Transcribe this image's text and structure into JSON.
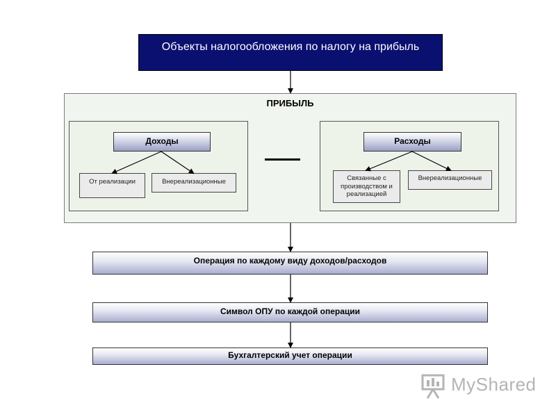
{
  "title": "Объекты налогообложения по налогу на прибыль",
  "profit": {
    "label": "ПРИБЫЛЬ",
    "income": {
      "head": "Доходы",
      "items": [
        "От реализации",
        "Внереализационные"
      ]
    },
    "expenses": {
      "head": "Расходы",
      "items": [
        "Связанные с производством и реализацией",
        "Внереализационные"
      ]
    }
  },
  "steps": [
    "Операция по каждому виду доходов/расходов",
    "Символ ОПУ по каждой операции",
    "Бухгалтерский учет операции"
  ],
  "watermark": {
    "text": "MyShared",
    "icon": "presentation-board-icon"
  },
  "colors": {
    "title_bg": "#0a1070",
    "profit_bg": "#f1f5ef",
    "panel_bg": "#eef3e9",
    "box_gradient_end": "#9aa0c4"
  }
}
